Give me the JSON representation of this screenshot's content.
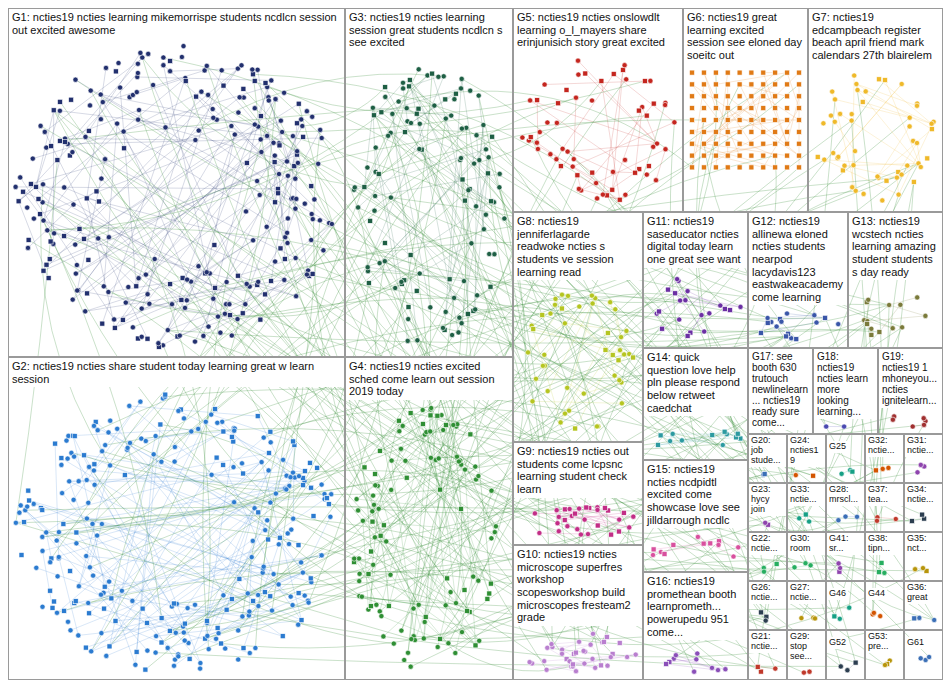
{
  "diagram": {
    "nodes": [
      {
        "text": [
          "G1: ncties19 ncties learning mikemorrispe students ncdlcn session out excited awesome"
        ]
      },
      {
        "text": [
          "G2: ncties19 ncties share student today learning great w learn session"
        ]
      },
      {
        "text": [
          "G3: ncties19 ncties learning session great students ncdlcn s see excited"
        ]
      },
      {
        "text": [
          "G4: ncties19 ncties excited sched come learn out session 2019 today"
        ]
      },
      {
        "text": [
          "G5: ncties19 ncties onslowdlt learning o_l_mayers share erinjunisich story great excited"
        ]
      },
      {
        "text": [
          "G6: ncties19 great learning excited session see eloned day soeitc out"
        ]
      },
      {
        "text": [
          "G7: ncties19 edcampbeach register beach april friend mark calendars 27th blairelem"
        ]
      },
      {
        "text": [
          "G8: ncties19 jenniferlagarde readwoke ncties s students ve session learning read"
        ]
      },
      {
        "text": [
          "G9: ncties19 ncties out students come lcpsnc learning student check learn"
        ]
      },
      {
        "text": [
          "G10: ncties19 ncties microscope superfres workshop scopesworkshop build microscopes fresteam2 grade"
        ]
      },
      {
        "text": [
          "G11: ncties19 saseducator ncties digital today learn one great see want"
        ]
      },
      {
        "text": [
          "G12: ncties19 allinewa eloned ncties students nearpod lacydavis123 eastwakeacademy come learning"
        ]
      },
      {
        "text": [
          "G13: ncties19 wcstech ncties learning amazing student students s day ready"
        ]
      },
      {
        "text": [
          "G14: quick question love help pln please respond below retweet caedchat"
        ]
      },
      {
        "text": [
          "G15: ncties19 ncties ncdpidtl excited come showcase love see jilldarrough ncdlc"
        ]
      },
      {
        "text": [
          "G16: ncties19 promethean booth learnprometh... powerupedu 951 come..."
        ]
      },
      {
        "text": [
          "G17: see booth 630 trutouch newlinelearn... ncties19 ready sure come..."
        ]
      },
      {
        "text": [
          "G18: ncties19 ncties learn more looking learning..."
        ]
      },
      {
        "text": [
          "G19: ncties19 1 mhoneyou... ncties ignitelearn..."
        ]
      },
      {
        "text": [
          "G20: job stude..."
        ]
      },
      {
        "text": [
          "G21: nctie..."
        ]
      },
      {
        "text": [
          "G22: nctie..."
        ]
      },
      {
        "text": [
          "G23: hycy join"
        ]
      },
      {
        "text": [
          "G24: ncties19"
        ]
      },
      {
        "text": [
          "G25"
        ]
      },
      {
        "text": [
          "G26: nctie..."
        ]
      },
      {
        "text": [
          "G27: nctie..."
        ]
      },
      {
        "text": [
          "G28: mrscl..."
        ]
      },
      {
        "text": [
          "G29: stop see..."
        ]
      },
      {
        "text": [
          "G30: room"
        ]
      },
      {
        "text": [
          "G31: nctie..."
        ]
      },
      {
        "text": [
          "G32: nctie..."
        ]
      },
      {
        "text": [
          "G33: nctie..."
        ]
      },
      {
        "text": [
          "G34: nctie..."
        ]
      },
      {
        "text": [
          "G35: nct..."
        ]
      },
      {
        "text": [
          "G36: great"
        ]
      },
      {
        "text": [
          "G37: tea..."
        ]
      },
      {
        "text": [
          "G38: tipn..."
        ]
      },
      {
        "text": [
          "G41: sr..."
        ]
      },
      {
        "text": [
          "G44"
        ]
      },
      {
        "text": [
          "G46"
        ]
      },
      {
        "text": [
          "G52"
        ]
      },
      {
        "text": [
          "G53: pre..."
        ]
      },
      {
        "text": [
          "G61"
        ]
      }
    ]
  }
}
